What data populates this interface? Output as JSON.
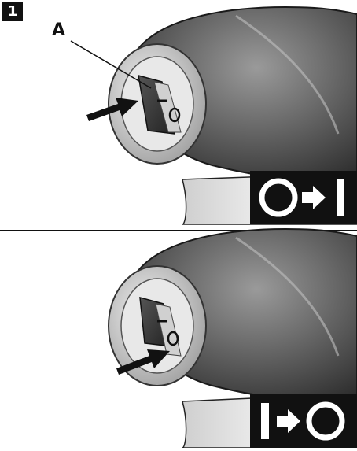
{
  "figure": {
    "step_number": "1",
    "callout_label": "A",
    "panels": [
      {
        "id": "top",
        "indicator": {
          "from": "O",
          "to": "I"
        }
      },
      {
        "id": "bottom",
        "indicator": {
          "from": "I",
          "to": "O"
        }
      }
    ],
    "colors": {
      "housing_dark": "#4a4a4a",
      "housing_mid": "#6e6e6e",
      "ring_light": "#d9d9d9",
      "badge_bg": "#111111",
      "symbol_fg": "#ffffff"
    }
  }
}
